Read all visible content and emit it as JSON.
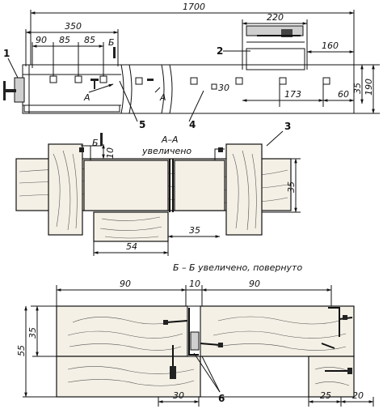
{
  "dimensions": {
    "overall_length": "1700",
    "vise_offset": "350",
    "d90_top": "90",
    "d85_a": "85",
    "d85_b": "85",
    "tail_vise_width": "220",
    "d160": "160",
    "d173": "173",
    "d60": "60",
    "hole_size": "30",
    "d35_right": "35",
    "d190": "190",
    "d10_section": "10",
    "d35_section": "35",
    "d54": "54",
    "d35_gap": "35",
    "d90_left": "90",
    "d10_mid": "10",
    "d90_right": "90",
    "d35_left": "35",
    "d55_left": "55",
    "d30_bottom": "30",
    "d25_bottom": "25",
    "d20_bottom": "20"
  },
  "labels": {
    "callout_1": "1",
    "callout_2": "2",
    "callout_3": "3",
    "callout_4": "4",
    "callout_5": "5",
    "callout_6": "6",
    "section_a_mark_top": "A",
    "section_a_mark_bottom": "A",
    "section_b_mark_top": "Б",
    "section_b_mark_mid": "Б",
    "section_aa_title": "А–А",
    "section_aa_note": "увеличено",
    "section_bb_title": "Б – Б увеличено, повернуто"
  }
}
